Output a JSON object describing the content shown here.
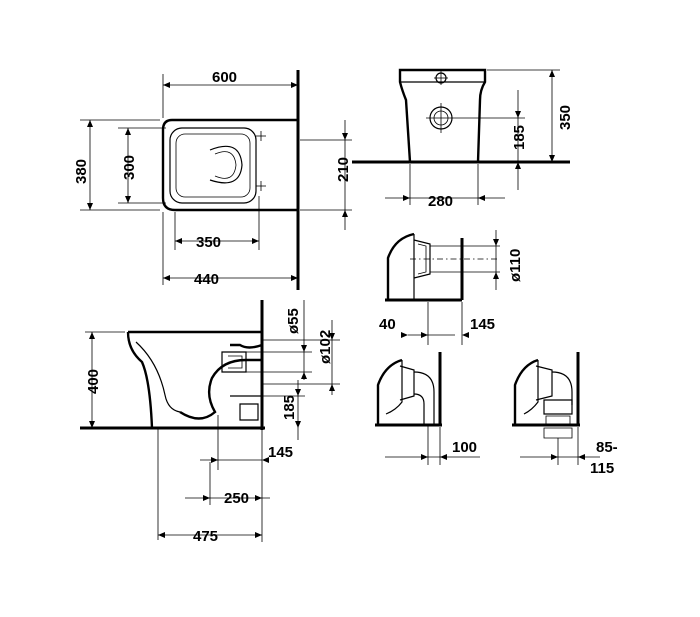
{
  "dimensions": {
    "top_width": "600",
    "top_depth": "380",
    "top_inner": "300",
    "top_350": "350",
    "top_440": "440",
    "wall_210": "210",
    "front_height": "350",
    "front_185": "185",
    "front_280": "280",
    "outlet_dia": "ø110",
    "outlet_40": "40",
    "outlet_145": "145",
    "side_400": "400",
    "inlet_dia": "ø55",
    "inlet_dia2": "ø102",
    "side_185": "185",
    "side_145": "145",
    "side_250": "250",
    "side_475": "475",
    "ptrap_100": "100",
    "strap_range": "85-",
    "strap_range2": "115"
  }
}
